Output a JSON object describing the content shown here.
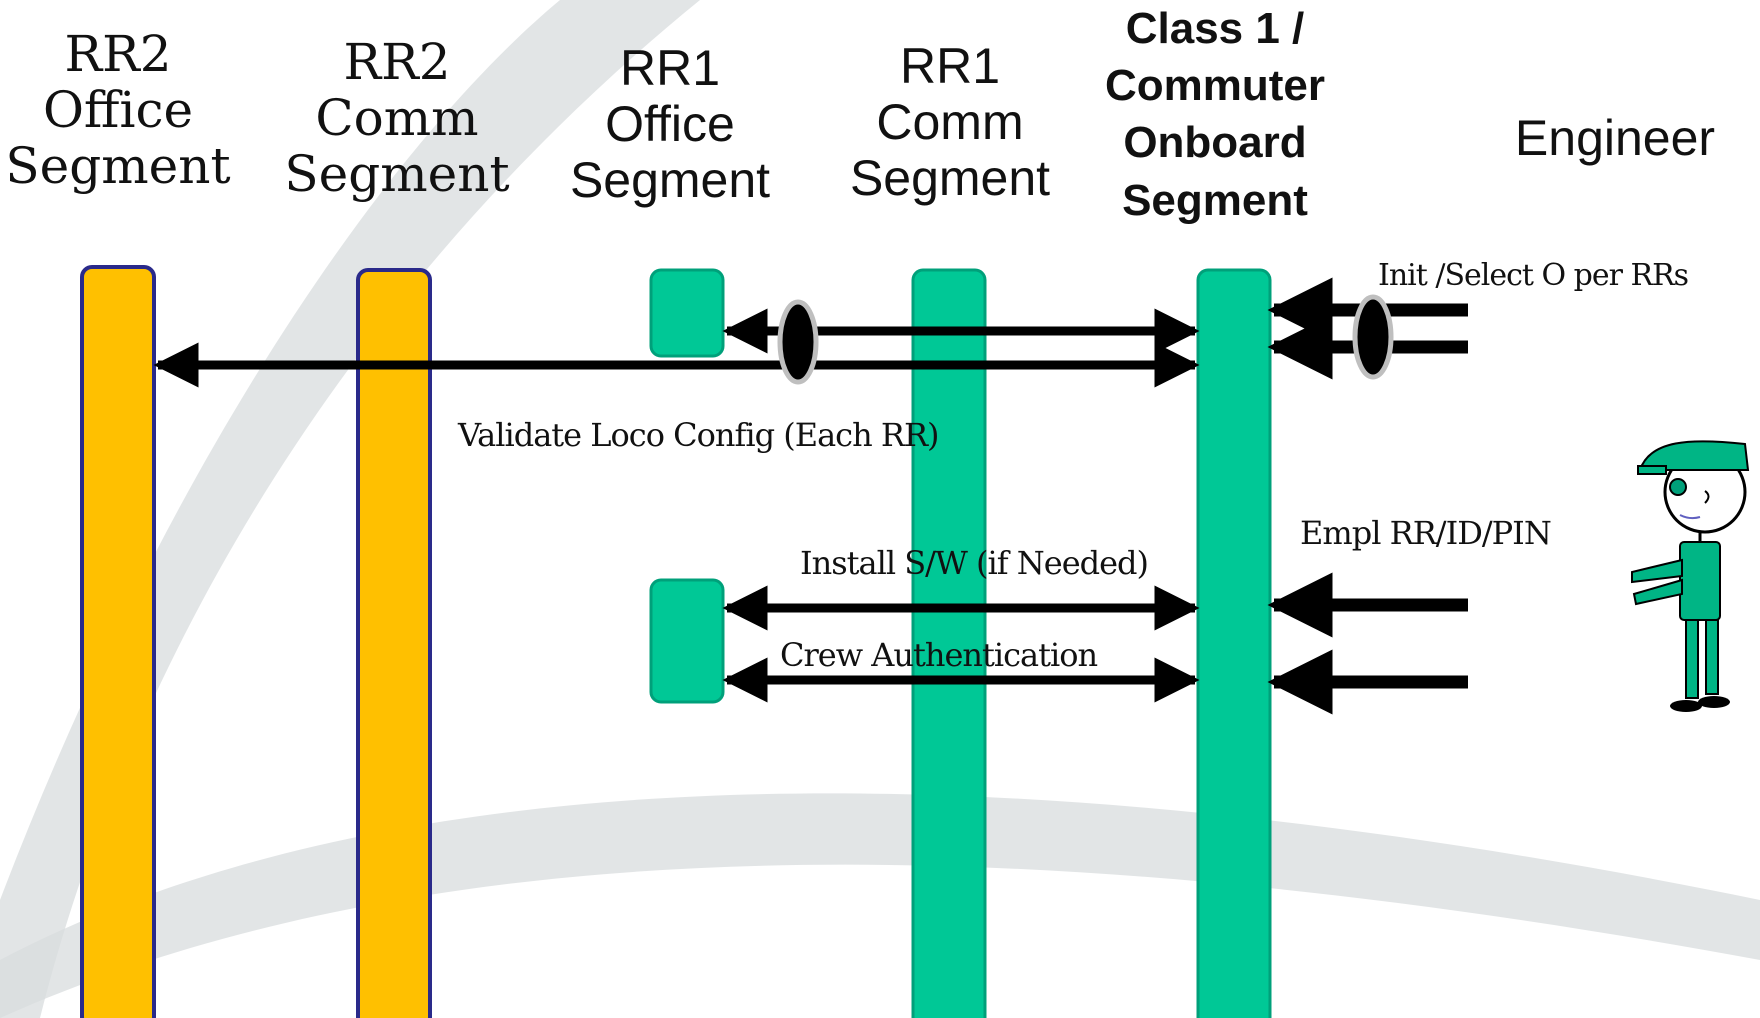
{
  "headers": {
    "rr2_office": [
      "RR2",
      "Office",
      "Segment"
    ],
    "rr2_comm": [
      "RR2",
      "Comm",
      "Segment"
    ],
    "rr1_office": [
      "RR1",
      "Office",
      "Segment"
    ],
    "rr1_comm": [
      "RR1",
      "Comm",
      "Segment"
    ],
    "class1_onboard": [
      "Class 1 /",
      "Commuter",
      "Onboard",
      "Segment"
    ],
    "engineer": "Engineer"
  },
  "messages": {
    "init_select": "Init /Select O per RRs",
    "validate_loco": "Validate Loco Config (Each RR)",
    "empl_id": "Empl RR/ID/PIN",
    "install_sw": "Install S/W  (if Needed)",
    "crew_auth": "Crew Authentication"
  },
  "colors": {
    "rr2_lifeline": "#FFC000",
    "rr2_border": "#2A2A8A",
    "rr1_lifeline": "#00C896",
    "rr1_border": "#00A07A",
    "arrow": "#000000",
    "swoosh": "#D8DCDD"
  }
}
